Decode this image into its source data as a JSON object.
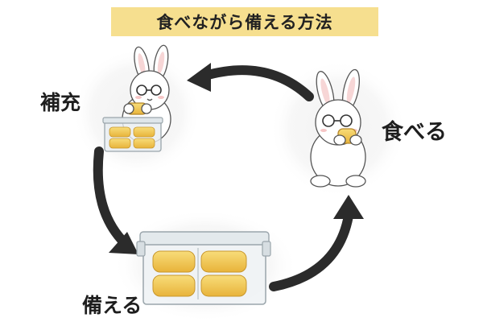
{
  "title": "食べながら備える方法",
  "labels": {
    "refill": "補充",
    "eat": "食べる",
    "store": "備える"
  },
  "colors": {
    "banner": "#f6df8f",
    "arrow": "#2b2b2b",
    "cake": "#f2c94c",
    "container": "#cfd8dc",
    "glow": "#f4f4f4"
  },
  "icons": [
    "rabbit-illustration",
    "glasses-icon",
    "cake-icon",
    "storage-container-icon",
    "cycle-arrow"
  ]
}
